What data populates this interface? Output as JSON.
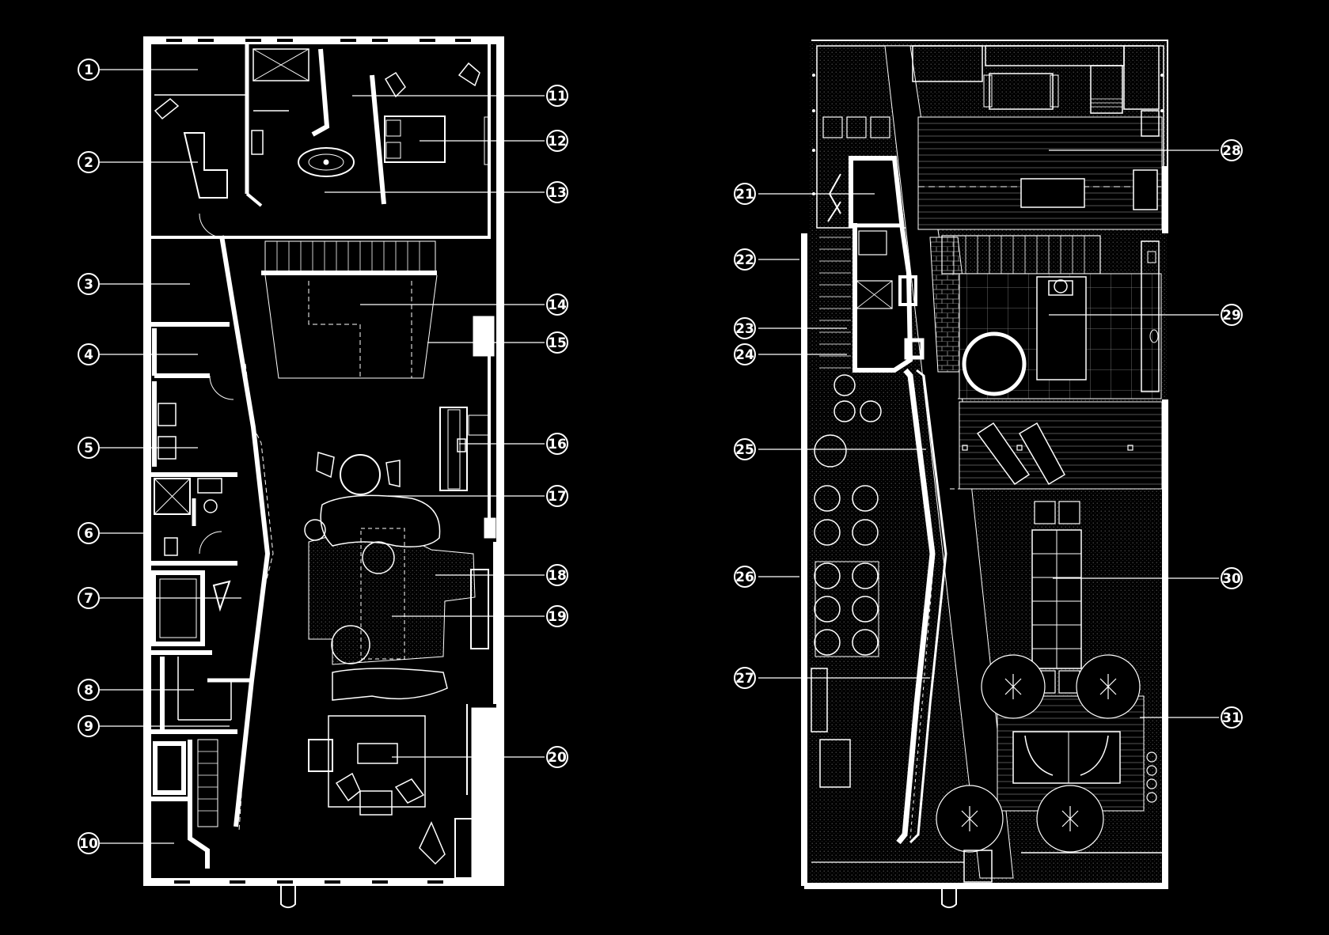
{
  "colors": {
    "background": "#000000",
    "line": "#ffffff",
    "hatch": "#3a3a3a"
  },
  "floor_plans": [
    {
      "callouts_left": [
        "1",
        "2",
        "3",
        "4",
        "5",
        "6",
        "7",
        "8",
        "9",
        "10"
      ],
      "callouts_right": [
        "11",
        "12",
        "13",
        "14",
        "15",
        "16",
        "17",
        "18",
        "19",
        "20"
      ]
    },
    {
      "callouts_left": [
        "21",
        "22",
        "23",
        "24",
        "25",
        "26",
        "27"
      ],
      "callouts_right": [
        "28",
        "29",
        "30",
        "31"
      ]
    }
  ]
}
